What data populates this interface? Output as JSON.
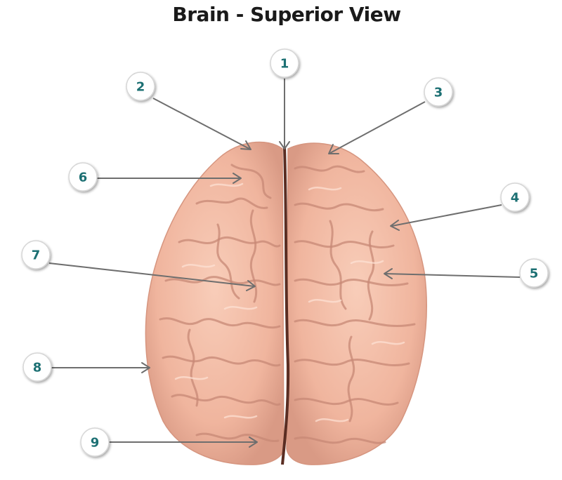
{
  "title": "Brain - Superior View",
  "markers": [
    {
      "label": "1"
    },
    {
      "label": "2"
    },
    {
      "label": "3"
    },
    {
      "label": "4"
    },
    {
      "label": "5"
    },
    {
      "label": "6"
    },
    {
      "label": "7"
    },
    {
      "label": "8"
    },
    {
      "label": "9"
    }
  ],
  "colors": {
    "brain_fill": "#f2b9a3",
    "brain_shadow": "#d99a85",
    "fissure": "#5a2d22",
    "marker_text": "#1f6f73",
    "leader_line": "#6e6e6e"
  }
}
